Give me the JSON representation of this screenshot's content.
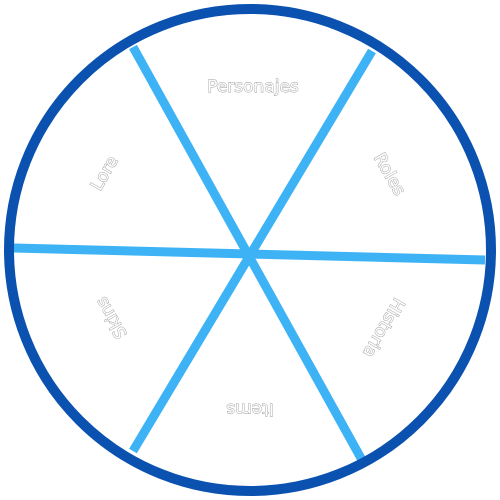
{
  "wheel": {
    "colors": {
      "rim": "#0b52b0",
      "spoke": "#3db3f5",
      "background": "#ffffff",
      "label_outline": "#9a9a9a"
    },
    "segments": [
      {
        "label": "Personajes"
      },
      {
        "label": "Roles"
      },
      {
        "label": "Historia"
      },
      {
        "label": "Items"
      },
      {
        "label": "Skins"
      },
      {
        "label": "Lore"
      }
    ]
  }
}
